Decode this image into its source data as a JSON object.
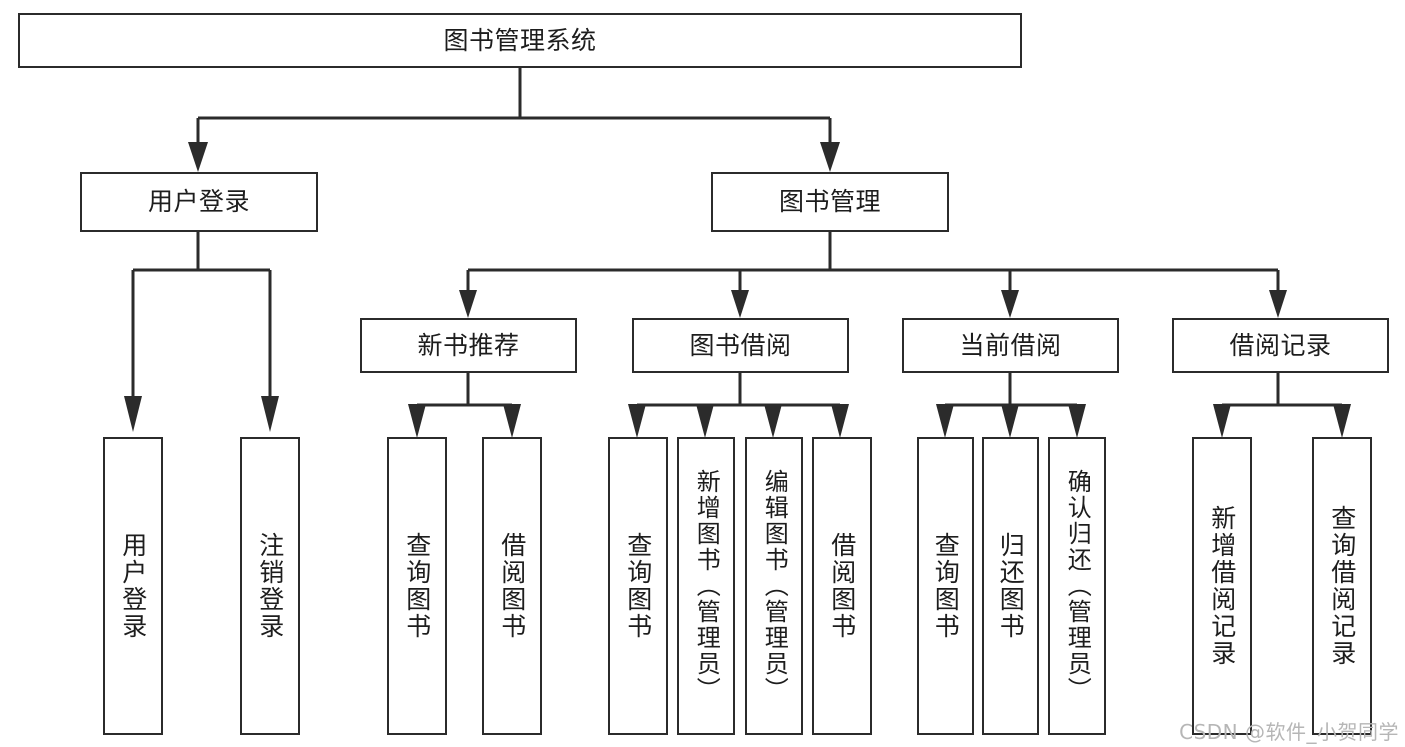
{
  "diagram": {
    "type": "tree-hierarchy",
    "title": "图书管理系统",
    "watermark": "CSDN @软件_小贺同学",
    "colors": {
      "stroke": "#2b2b2b",
      "fill": "#ffffff",
      "text": "#1d1d1d",
      "watermark": "#b6b6b6"
    },
    "nodes": {
      "root": {
        "label": "图书管理系统"
      },
      "level2": [
        {
          "id": "user-login",
          "label": "用户登录"
        },
        {
          "id": "book-management",
          "label": "图书管理"
        }
      ],
      "level3": [
        {
          "id": "new-book-recommend",
          "label": "新书推荐"
        },
        {
          "id": "book-borrow",
          "label": "图书借阅"
        },
        {
          "id": "current-borrow",
          "label": "当前借阅"
        },
        {
          "id": "borrow-record",
          "label": "借阅记录"
        }
      ],
      "leaves": {
        "user_login": [
          {
            "id": "leaf-user-login",
            "label": "用户登录"
          },
          {
            "id": "leaf-logout",
            "label": "注销登录"
          }
        ],
        "new_book_recommend": [
          {
            "id": "leaf-query-book-1",
            "label": "查询图书"
          },
          {
            "id": "leaf-borrow-book-1",
            "label": "借阅图书"
          }
        ],
        "book_borrow": [
          {
            "id": "leaf-query-book-2",
            "label": "查询图书"
          },
          {
            "id": "leaf-add-book",
            "label": "新增图书（管理员）"
          },
          {
            "id": "leaf-edit-book",
            "label": "编辑图书（管理员）"
          },
          {
            "id": "leaf-borrow-book-2",
            "label": "借阅图书"
          }
        ],
        "current_borrow": [
          {
            "id": "leaf-query-book-3",
            "label": "查询图书"
          },
          {
            "id": "leaf-return-book",
            "label": "归还图书"
          },
          {
            "id": "leaf-confirm-return",
            "label": "确认归还（管理员）"
          }
        ],
        "borrow_record": [
          {
            "id": "leaf-add-record",
            "label": "新增借阅记录"
          },
          {
            "id": "leaf-query-record",
            "label": "查询借阅记录"
          }
        ]
      }
    }
  }
}
